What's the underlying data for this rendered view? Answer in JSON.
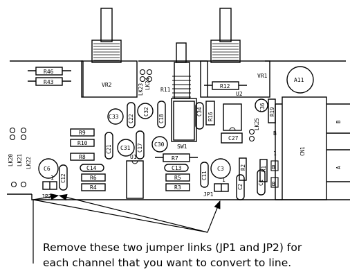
{
  "pots": {
    "vr2": "VR2",
    "vr1": "VR1"
  },
  "resistors": {
    "r46": "R46",
    "r43": "R43",
    "r12": "R12",
    "r16": "R16",
    "r9": "R9",
    "r10": "R10",
    "r8": "R8",
    "r6": "R6",
    "r4": "R4",
    "r7": "R7",
    "r5": "R5",
    "r3": "R3",
    "r2": "R2",
    "r1": "R1",
    "r19": "R19",
    "r11": "R11"
  },
  "capacitors": {
    "c33": "C33",
    "c32": "C32",
    "c22": "C22",
    "c18": "C18",
    "c34": "C34",
    "c36": "C36",
    "c21": "C21",
    "c31": "C31",
    "c17": "C17",
    "c30": "C30",
    "c14": "C14",
    "c13": "C13",
    "c12": "C12",
    "c11": "C11",
    "c2": "C2",
    "c1": "C1",
    "c27": "C27",
    "c6": "C6",
    "c3": "C3"
  },
  "links": {
    "lk20": "LK20",
    "lk21": "LK21",
    "lk22": "LK22",
    "lk23": "LK23",
    "lk24": "LK24",
    "lk25": "LK25"
  },
  "ics": {
    "u1": "U1",
    "u2": "U2"
  },
  "misc": {
    "sw1": "SW1",
    "a11": "A11",
    "cn1": "CN1",
    "b": "B",
    "a": "A",
    "one": "1"
  },
  "jumpers": {
    "jp1": "JP1",
    "jp2": "JP2"
  },
  "caption": {
    "line1": "Remove these two jumper links (JP1 and JP2) for",
    "line2": "each channel that you want to convert to line."
  }
}
